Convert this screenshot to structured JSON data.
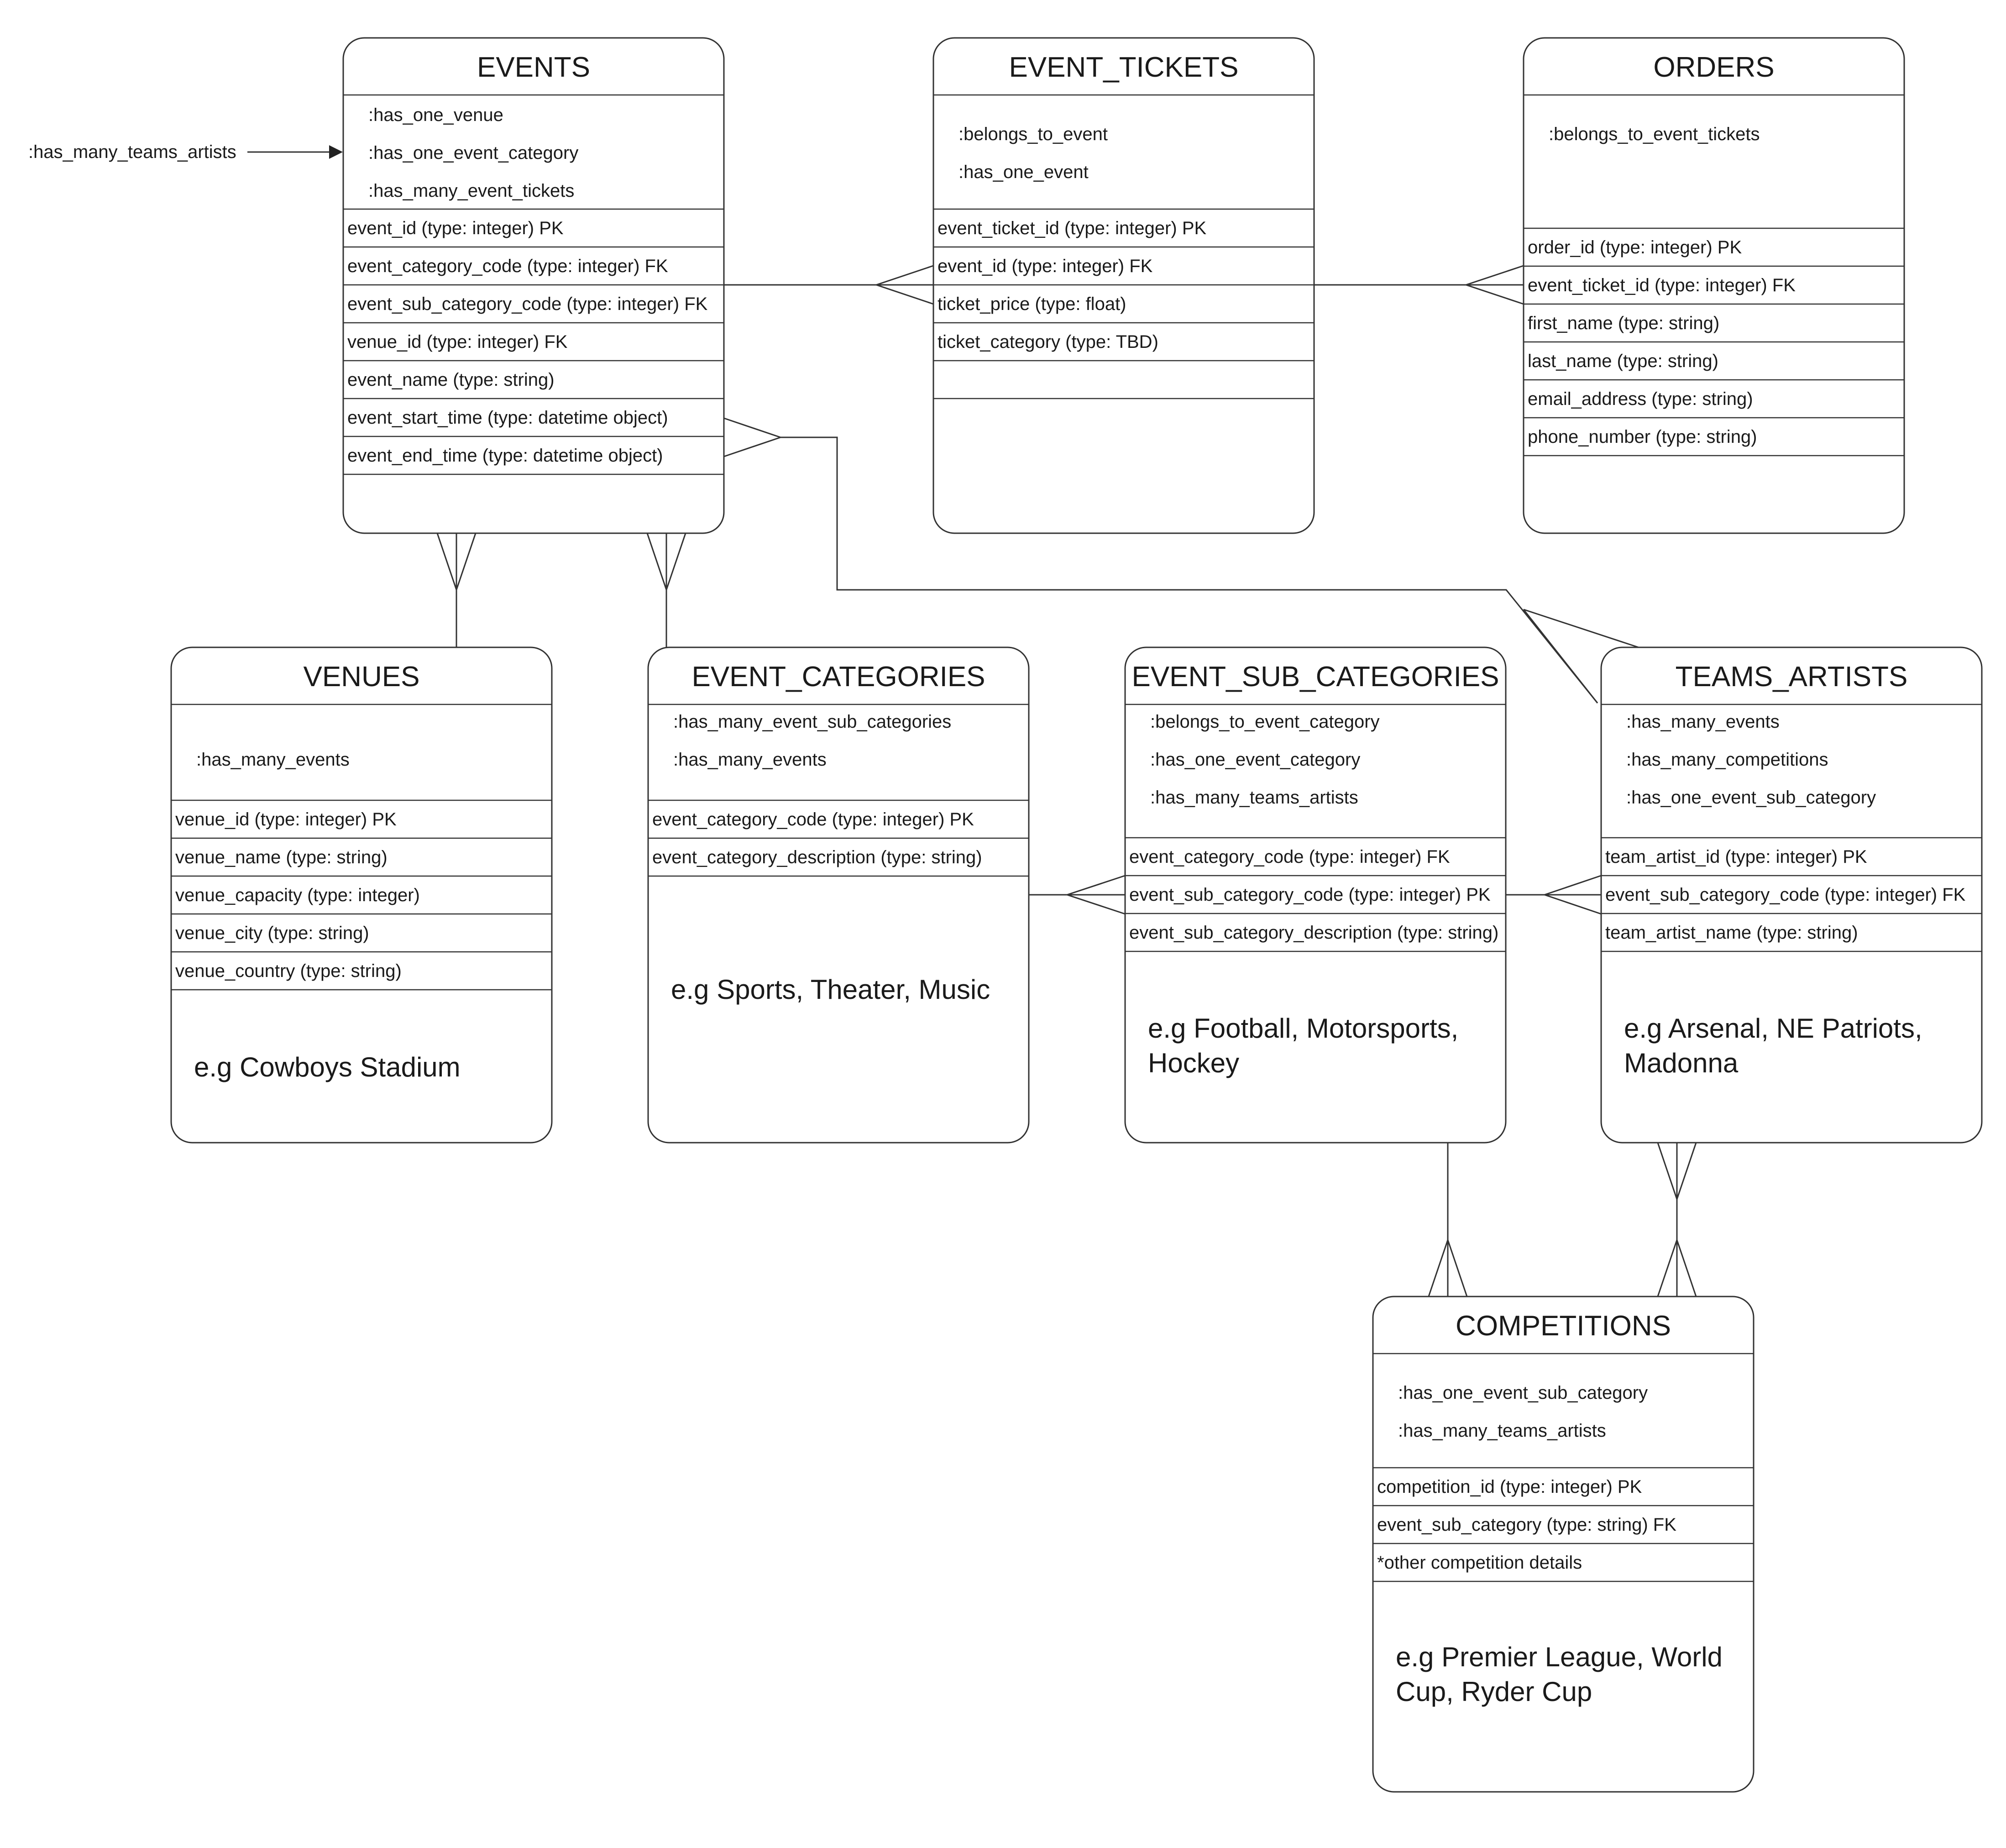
{
  "entities": {
    "events": {
      "title": "EVENTS",
      "associations": [
        ":has_one_venue",
        ":has_one_event_category",
        ":has_many_event_tickets"
      ],
      "fields": [
        "event_id  (type: integer)    PK",
        "event_category_code  (type: integer)    FK",
        "event_sub_category_code  (type: integer)  FK",
        "venue_id    (type: integer)    FK",
        "event_name    (type: string)",
        "event_start_time    (type: datetime object)",
        "event_end_time    (type: datetime object)"
      ],
      "example": []
    },
    "event_tickets": {
      "title": "EVENT_TICKETS",
      "associations": [
        ":belongs_to_event",
        ":has_one_event"
      ],
      "fields": [
        "event_ticket_id  (type: integer)    PK",
        "event_id  (type: integer)    FK",
        "ticket_price    (type: float)",
        "ticket_category    (type: TBD)",
        ""
      ],
      "example": []
    },
    "orders": {
      "title": "ORDERS",
      "associations": [
        ":belongs_to_event_tickets"
      ],
      "fields": [
        "order_id  (type: integer)    PK",
        "event_ticket_id  (type: integer)    FK",
        "first_name     (type: string)",
        "last_name     (type: string)",
        "email_address   (type: string)",
        "phone_number  (type: string)"
      ],
      "example": []
    },
    "venues": {
      "title": "VENUES",
      "associations": [
        ":has_many_events"
      ],
      "fields": [
        "venue_id    (type: integer)    PK",
        "venue_name    (type: string)",
        "venue_capacity    (type: integer)",
        "venue_city    (type: string)",
        "venue_country    (type: string)"
      ],
      "example": [
        "e.g Cowboys Stadium"
      ]
    },
    "event_categories": {
      "title": "EVENT_CATEGORIES",
      "associations": [
        ":has_many_event_sub_categories",
        ":has_many_events"
      ],
      "fields": [
        "event_category_code  (type: integer)    PK",
        "event_category_description    (type: string)"
      ],
      "example": [
        "e.g Sports, Theater, Music"
      ]
    },
    "event_sub_categories": {
      "title": "EVENT_SUB_CATEGORIES",
      "associations": [
        ":belongs_to_event_category",
        ":has_one_event_category",
        ":has_many_teams_artists"
      ],
      "fields": [
        "event_category_code  (type: integer)    FK",
        "event_sub_category_code  (type: integer) PK",
        "event_sub_category_description  (type: string)"
      ],
      "example": [
        "e.g Football, Motorsports,",
        "Hockey"
      ]
    },
    "teams_artists": {
      "title": "TEAMS_ARTISTS",
      "associations": [
        ":has_many_events",
        ":has_many_competitions",
        ":has_one_event_sub_category"
      ],
      "fields": [
        "team_artist_id    (type: integer)    PK",
        "event_sub_category_code  (type: integer)  FK",
        "team_artist_name   (type: string)"
      ],
      "example": [
        "e.g Arsenal, NE Patriots,",
        "Madonna"
      ]
    },
    "competitions": {
      "title": "COMPETITIONS",
      "associations": [
        ":has_one_event_sub_category",
        ":has_many_teams_artists"
      ],
      "fields": [
        "competition_id    (type: integer)  PK",
        "event_sub_category    (type: string)  FK",
        "*other competition details"
      ],
      "example": [
        "e.g Premier League, World",
        "Cup, Ryder Cup"
      ]
    }
  },
  "external_note": ":has_many_teams_artists"
}
